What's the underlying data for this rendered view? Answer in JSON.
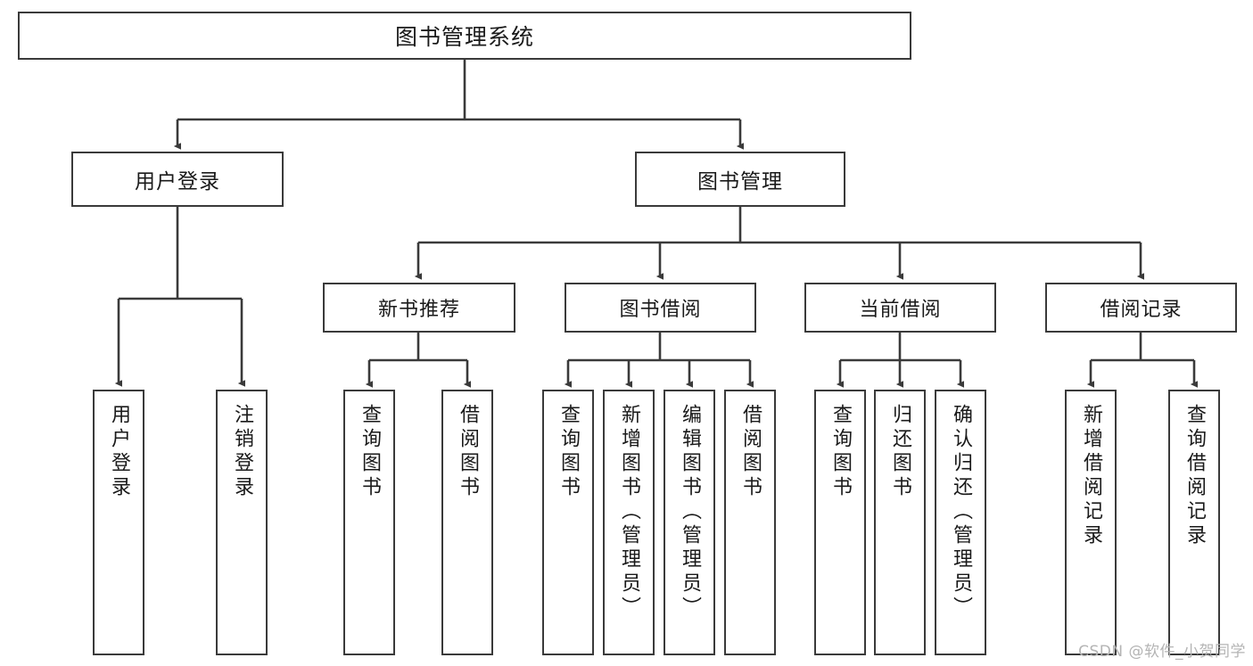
{
  "diagram": {
    "title": "图书管理系统",
    "type": "tree",
    "orientation": "top-down",
    "line_color": "#3a3a3a",
    "box_fill": "#ffffff",
    "text_color": "#1a1a1a",
    "root": {
      "id": "root",
      "label": "图书管理系统"
    },
    "level2": [
      {
        "id": "user-login",
        "label": "用户登录"
      },
      {
        "id": "book-manage",
        "label": "图书管理"
      }
    ],
    "level3": [
      {
        "id": "new-book-rec",
        "label": "新书推荐",
        "parent": "book-manage"
      },
      {
        "id": "book-borrow",
        "label": "图书借阅",
        "parent": "book-manage"
      },
      {
        "id": "current-borrow",
        "label": "当前借阅",
        "parent": "book-manage"
      },
      {
        "id": "borrow-record",
        "label": "借阅记录",
        "parent": "book-manage"
      }
    ],
    "leaves": [
      {
        "id": "leaf-user-login",
        "label": "用户登录",
        "parent": "user-login"
      },
      {
        "id": "leaf-user-logout",
        "label": "注销登录",
        "parent": "user-login"
      },
      {
        "id": "leaf-query-book-1",
        "label": "查询图书",
        "parent": "new-book-rec"
      },
      {
        "id": "leaf-borrow-book-1",
        "label": "借阅图书",
        "parent": "new-book-rec"
      },
      {
        "id": "leaf-query-book-2",
        "label": "查询图书",
        "parent": "book-borrow"
      },
      {
        "id": "leaf-add-book",
        "label": "新增图书（管理员）",
        "parent": "book-borrow"
      },
      {
        "id": "leaf-edit-book",
        "label": "编辑图书（管理员）",
        "parent": "book-borrow"
      },
      {
        "id": "leaf-borrow-book-2",
        "label": "借阅图书",
        "parent": "book-borrow"
      },
      {
        "id": "leaf-query-book-3",
        "label": "查询图书",
        "parent": "current-borrow"
      },
      {
        "id": "leaf-return-book",
        "label": "归还图书",
        "parent": "current-borrow"
      },
      {
        "id": "leaf-confirm-return",
        "label": "确认归还（管理员）",
        "parent": "current-borrow"
      },
      {
        "id": "leaf-add-record",
        "label": "新增借阅记录",
        "parent": "borrow-record"
      },
      {
        "id": "leaf-query-record",
        "label": "查询借阅记录",
        "parent": "borrow-record"
      }
    ],
    "watermark": "CSDN @软件_小贺同学"
  }
}
